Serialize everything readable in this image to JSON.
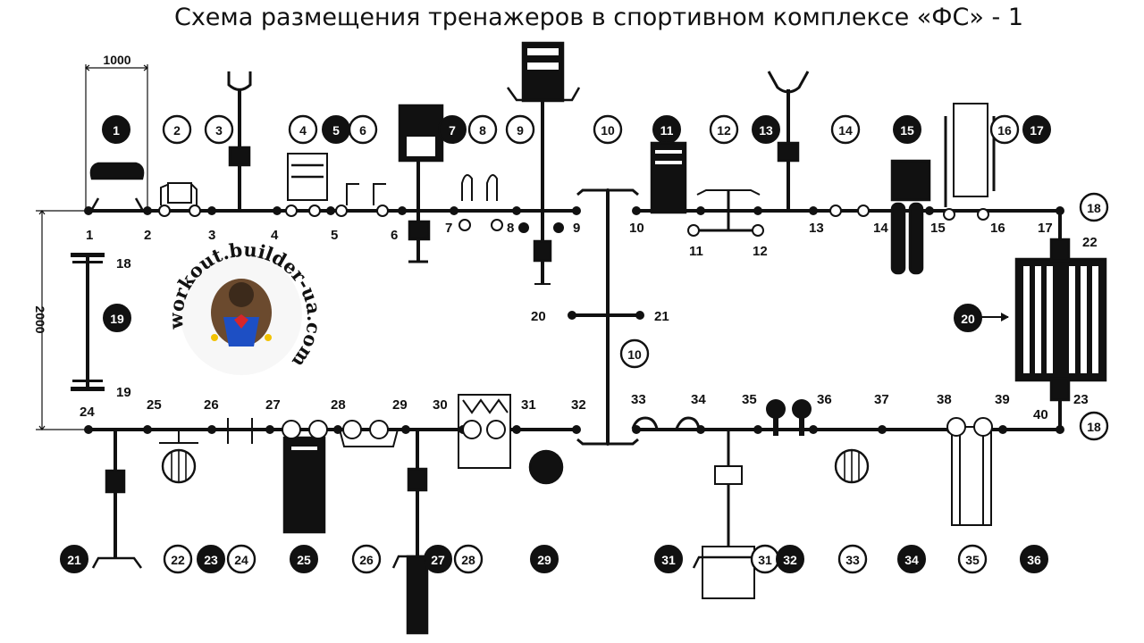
{
  "title": "Схема размещения тренажеров в спортивном комплексе «ФС» - 1",
  "dimensions": {
    "width_label": "1000",
    "depth_label": "2000"
  },
  "watermark": {
    "text": "workout.builder-ua.com"
  },
  "top_row_points": [
    "1",
    "2",
    "3",
    "4",
    "5",
    "6",
    "7",
    "8",
    "9",
    "10",
    "11",
    "12",
    "13",
    "14",
    "15",
    "16",
    "17"
  ],
  "bottom_row_points": [
    "24",
    "25",
    "26",
    "27",
    "28",
    "29",
    "30",
    "31",
    "32",
    "33",
    "34",
    "35",
    "36",
    "37",
    "38",
    "39",
    "40"
  ],
  "other_points": [
    "18",
    "19",
    "20",
    "21",
    "22",
    "23"
  ],
  "top_labels": [
    {
      "n": "1",
      "style": "dark"
    },
    {
      "n": "2",
      "style": "light"
    },
    {
      "n": "3",
      "style": "light"
    },
    {
      "n": "4",
      "style": "light"
    },
    {
      "n": "5",
      "style": "dark"
    },
    {
      "n": "6",
      "style": "light"
    },
    {
      "n": "7",
      "style": "dark"
    },
    {
      "n": "8",
      "style": "light"
    },
    {
      "n": "9",
      "style": "light"
    },
    {
      "n": "10",
      "style": "light"
    },
    {
      "n": "11",
      "style": "dark"
    },
    {
      "n": "12",
      "style": "light"
    },
    {
      "n": "13",
      "style": "dark"
    },
    {
      "n": "14",
      "style": "light"
    },
    {
      "n": "15",
      "style": "dark"
    },
    {
      "n": "16",
      "style": "light"
    },
    {
      "n": "17",
      "style": "dark"
    },
    {
      "n": "18",
      "style": "light"
    }
  ],
  "middle_labels": [
    {
      "n": "19",
      "style": "dark"
    },
    {
      "n": "10",
      "style": "light"
    },
    {
      "n": "20",
      "style": "dark"
    },
    {
      "n": "18",
      "style": "light"
    }
  ],
  "bottom_labels": [
    {
      "n": "21",
      "style": "dark"
    },
    {
      "n": "22",
      "style": "light"
    },
    {
      "n": "23",
      "style": "dark"
    },
    {
      "n": "24",
      "style": "light"
    },
    {
      "n": "25",
      "style": "dark"
    },
    {
      "n": "26",
      "style": "light"
    },
    {
      "n": "27",
      "style": "dark"
    },
    {
      "n": "28",
      "style": "light"
    },
    {
      "n": "29",
      "style": "dark"
    },
    {
      "n": "31",
      "style": "dark"
    },
    {
      "n": "31",
      "style": "light"
    },
    {
      "n": "32",
      "style": "dark"
    },
    {
      "n": "33",
      "style": "light"
    },
    {
      "n": "34",
      "style": "dark"
    },
    {
      "n": "35",
      "style": "light"
    },
    {
      "n": "36",
      "style": "dark"
    }
  ]
}
